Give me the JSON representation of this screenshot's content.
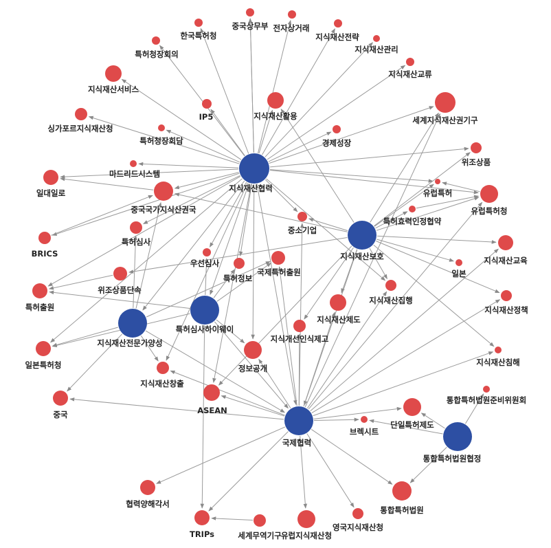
{
  "colors": {
    "hub": "#2d4fa3",
    "node": "#df4a4a",
    "edge": "#9a9a9a",
    "label": "#222222"
  },
  "nodes": [
    {
      "id": "c1",
      "label": "지식재산협력",
      "kind": "hub"
    },
    {
      "id": "c2",
      "label": "지식재산보호",
      "kind": "hub"
    },
    {
      "id": "c3",
      "label": "특허심사하이웨이",
      "kind": "hub"
    },
    {
      "id": "c4",
      "label": "지식재산전문가양성",
      "kind": "hub"
    },
    {
      "id": "c5",
      "label": "국제협력",
      "kind": "hub"
    },
    {
      "id": "c6",
      "label": "통합특허법원협정",
      "kind": "hub"
    },
    {
      "id": "n1",
      "label": "한국특허청"
    },
    {
      "id": "n2",
      "label": "중국상무부"
    },
    {
      "id": "n3",
      "label": "전자상거래"
    },
    {
      "id": "n4",
      "label": "지식재산전략"
    },
    {
      "id": "n5",
      "label": "지식재산관리"
    },
    {
      "id": "n6",
      "label": "특허청장회의"
    },
    {
      "id": "n7",
      "label": "지식재산교류"
    },
    {
      "id": "n8",
      "label": "지식재산서비스"
    },
    {
      "id": "n9",
      "label": "지식재산활용"
    },
    {
      "id": "n10",
      "label": "IP5"
    },
    {
      "id": "n11",
      "label": "세계지식재산권기구"
    },
    {
      "id": "n12",
      "label": "싱가포르지식재산청"
    },
    {
      "id": "n13",
      "label": "특허청장회담"
    },
    {
      "id": "n14",
      "label": "경제성장"
    },
    {
      "id": "n15",
      "label": "위조상품"
    },
    {
      "id": "n16",
      "label": "마드리드시스템"
    },
    {
      "id": "n17",
      "label": "일대일로"
    },
    {
      "id": "n18",
      "label": "유럽특허"
    },
    {
      "id": "n19",
      "label": "중국국가지식산권국"
    },
    {
      "id": "n20",
      "label": "유럽특허청"
    },
    {
      "id": "n21",
      "label": "특허효력인정협약"
    },
    {
      "id": "n22",
      "label": "중소기업"
    },
    {
      "id": "n23",
      "label": "특허심사"
    },
    {
      "id": "n24",
      "label": "BRICS"
    },
    {
      "id": "n25",
      "label": "지식재산교육"
    },
    {
      "id": "n26",
      "label": "우선심사"
    },
    {
      "id": "n27",
      "label": "국제특허출원"
    },
    {
      "id": "n28",
      "label": "일본"
    },
    {
      "id": "n29",
      "label": "특허정보"
    },
    {
      "id": "n30",
      "label": "위조상품단속"
    },
    {
      "id": "n31",
      "label": "특허출원"
    },
    {
      "id": "n32",
      "label": "지식재산집행"
    },
    {
      "id": "n33",
      "label": "지식재산정책"
    },
    {
      "id": "n34",
      "label": "지식재산제도"
    },
    {
      "id": "n35",
      "label": "지식개선인식제고"
    },
    {
      "id": "n36",
      "label": "일본특허청"
    },
    {
      "id": "n37",
      "label": "지식재산침해"
    },
    {
      "id": "n38",
      "label": "정보공개"
    },
    {
      "id": "n39",
      "label": "지식재산창출"
    },
    {
      "id": "n40",
      "label": "통합특허법원준비위원회"
    },
    {
      "id": "n41",
      "label": "중국"
    },
    {
      "id": "n42",
      "label": "ASEAN"
    },
    {
      "id": "n43",
      "label": "단일특허제도"
    },
    {
      "id": "n44",
      "label": "브렉시트"
    },
    {
      "id": "n45",
      "label": "협력양해각서"
    },
    {
      "id": "n46",
      "label": "통합특허법원"
    },
    {
      "id": "n47",
      "label": "TRIPs"
    },
    {
      "id": "n48",
      "label": "세계무역기구"
    },
    {
      "id": "n49",
      "label": "유럽지식재산청"
    },
    {
      "id": "n50",
      "label": "영국지식재산청"
    }
  ],
  "edges": [
    [
      "c1",
      "n1"
    ],
    [
      "c1",
      "n2"
    ],
    [
      "c1",
      "n3"
    ],
    [
      "c1",
      "n4"
    ],
    [
      "c1",
      "n5"
    ],
    [
      "c1",
      "n6"
    ],
    [
      "c1",
      "n7"
    ],
    [
      "c1",
      "n8"
    ],
    [
      "c1",
      "n9"
    ],
    [
      "c1",
      "n10"
    ],
    [
      "c1",
      "n11"
    ],
    [
      "c1",
      "n12"
    ],
    [
      "c1",
      "n13"
    ],
    [
      "c1",
      "n14"
    ],
    [
      "c1",
      "n15"
    ],
    [
      "c1",
      "n16"
    ],
    [
      "c1",
      "n17"
    ],
    [
      "c1",
      "n18"
    ],
    [
      "c1",
      "n19"
    ],
    [
      "c1",
      "n20"
    ],
    [
      "c1",
      "n22"
    ],
    [
      "c1",
      "n23"
    ],
    [
      "c1",
      "n24"
    ],
    [
      "c1",
      "n26"
    ],
    [
      "c1",
      "n29"
    ],
    [
      "c1",
      "n31"
    ],
    [
      "c1",
      "n32"
    ],
    [
      "c1",
      "n36"
    ],
    [
      "c1",
      "n38"
    ],
    [
      "c1",
      "n39"
    ],
    [
      "c1",
      "n42"
    ],
    [
      "c1",
      "n2"
    ],
    [
      "c1",
      "c5"
    ],
    [
      "c1",
      "c3"
    ],
    [
      "c1",
      "c4"
    ],
    [
      "c2",
      "n9"
    ],
    [
      "c2",
      "n11"
    ],
    [
      "c2",
      "n15"
    ],
    [
      "c2",
      "n18"
    ],
    [
      "c2",
      "n19"
    ],
    [
      "c2",
      "n20"
    ],
    [
      "c2",
      "n21"
    ],
    [
      "c2",
      "n22"
    ],
    [
      "c2",
      "n25"
    ],
    [
      "c2",
      "n28"
    ],
    [
      "c2",
      "n30"
    ],
    [
      "c2",
      "n32"
    ],
    [
      "c2",
      "n33"
    ],
    [
      "c2",
      "n34"
    ],
    [
      "c2",
      "n35"
    ],
    [
      "c2",
      "n37"
    ],
    [
      "c2",
      "c5"
    ],
    [
      "c2",
      "n42"
    ],
    [
      "c3",
      "n26"
    ],
    [
      "c3",
      "n29"
    ],
    [
      "c3",
      "n31"
    ],
    [
      "c3",
      "n27"
    ],
    [
      "c3",
      "n36"
    ],
    [
      "c3",
      "n38"
    ],
    [
      "c3",
      "c5"
    ],
    [
      "c3",
      "n47"
    ],
    [
      "c4",
      "n23"
    ],
    [
      "c4",
      "n36"
    ],
    [
      "c4",
      "n41"
    ],
    [
      "c4",
      "n39"
    ],
    [
      "c4",
      "c5"
    ],
    [
      "c4",
      "n27"
    ],
    [
      "c4",
      "n19"
    ],
    [
      "c5",
      "n27"
    ],
    [
      "c5",
      "n34"
    ],
    [
      "c5",
      "n35"
    ],
    [
      "c5",
      "n38"
    ],
    [
      "c5",
      "n39"
    ],
    [
      "c5",
      "n42"
    ],
    [
      "c5",
      "n41"
    ],
    [
      "c5",
      "n43"
    ],
    [
      "c5",
      "n44"
    ],
    [
      "c5",
      "n45"
    ],
    [
      "c5",
      "n46"
    ],
    [
      "c5",
      "n47"
    ],
    [
      "c5",
      "n49"
    ],
    [
      "c5",
      "n50"
    ],
    [
      "c5",
      "n33"
    ],
    [
      "c5",
      "n25"
    ],
    [
      "c5",
      "n20"
    ],
    [
      "c5",
      "n11"
    ],
    [
      "c5",
      "n32"
    ],
    [
      "c5",
      "n37"
    ],
    [
      "c5",
      "n22"
    ],
    [
      "c6",
      "n43"
    ],
    [
      "c6",
      "n46"
    ],
    [
      "c6",
      "n40"
    ],
    [
      "c6",
      "n44"
    ],
    [
      "n48",
      "n47"
    ],
    [
      "n20",
      "n18"
    ],
    [
      "n21",
      "n20"
    ],
    [
      "n19",
      "n17"
    ],
    [
      "n24",
      "n19"
    ],
    [
      "n30",
      "n31"
    ]
  ]
}
